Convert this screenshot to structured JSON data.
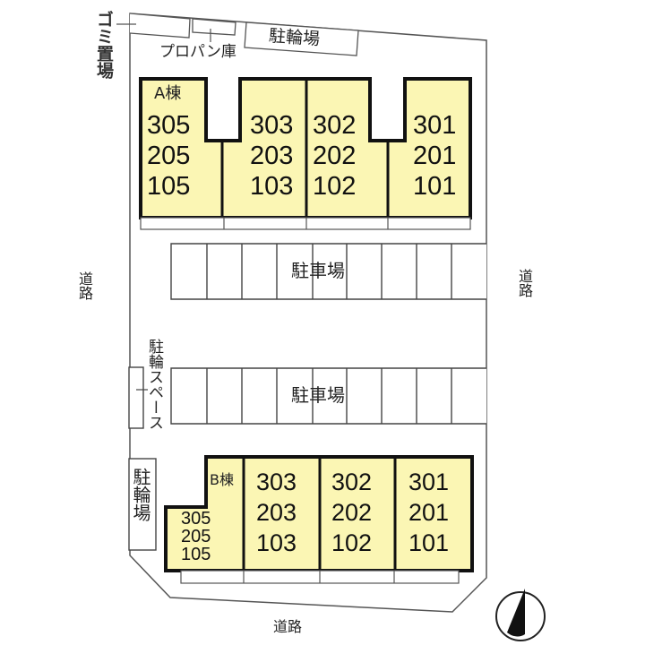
{
  "site": {
    "roads": {
      "left": "道路",
      "right": "道路",
      "bottom": "道路"
    },
    "top_labels": {
      "garbage": "ゴミ置場",
      "propane": "プロパン庫",
      "bicycle_top": "駐輪場"
    },
    "side_labels": {
      "bicycle_space": "駐輪スペース",
      "bicycle_bottom": "駐輪場"
    },
    "parking": [
      {
        "label": "駐車場",
        "spaces": 9
      },
      {
        "label": "駐車場",
        "spaces": 9
      }
    ],
    "building_a": {
      "name": "A棟",
      "units": [
        {
          "floors": [
            "305",
            "205",
            "105"
          ]
        },
        {
          "floors": [
            "303",
            "203",
            "103"
          ]
        },
        {
          "floors": [
            "302",
            "202",
            "102"
          ]
        },
        {
          "floors": [
            "301",
            "201",
            "101"
          ]
        }
      ]
    },
    "building_b": {
      "name": "B棟",
      "units": [
        {
          "floors": [
            "305",
            "205",
            "105"
          ]
        },
        {
          "floors": [
            "303",
            "203",
            "103"
          ]
        },
        {
          "floors": [
            "302",
            "202",
            "102"
          ]
        },
        {
          "floors": [
            "301",
            "201",
            "101"
          ]
        }
      ]
    },
    "compass": {
      "direction": "north",
      "icon": "north-arrow-icon"
    },
    "colors": {
      "building_fill": "#fbf6b4",
      "line": "#333333",
      "bold_line": "#111111"
    }
  }
}
